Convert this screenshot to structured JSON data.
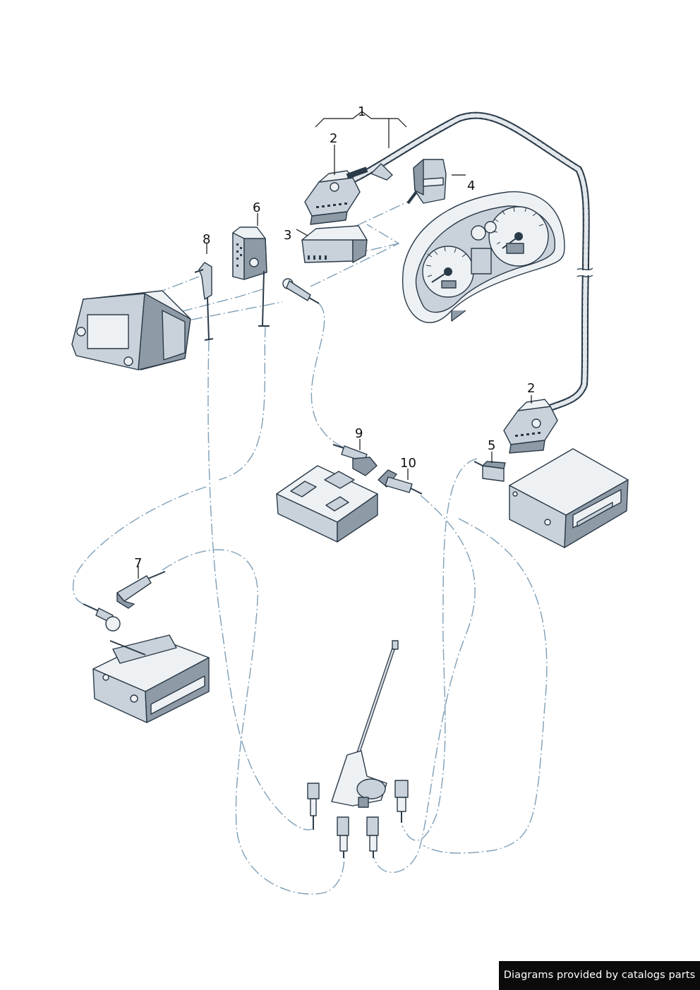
{
  "callouts": [
    {
      "id": "callout-1",
      "label": "1"
    },
    {
      "id": "callout-2a",
      "label": "2"
    },
    {
      "id": "callout-2b",
      "label": "2"
    },
    {
      "id": "callout-3",
      "label": "3"
    },
    {
      "id": "callout-4",
      "label": "4"
    },
    {
      "id": "callout-5",
      "label": "5"
    },
    {
      "id": "callout-6",
      "label": "6"
    },
    {
      "id": "callout-7",
      "label": "7"
    },
    {
      "id": "callout-8",
      "label": "8"
    },
    {
      "id": "callout-9",
      "label": "9"
    },
    {
      "id": "callout-10",
      "label": "10"
    }
  ],
  "footer": {
    "credit": "Diagrams provided by catalogs parts"
  },
  "colors": {
    "line": "#2a3a48",
    "dashed_path": "#7f9fb6",
    "part_fill": "#c9d2da",
    "credit_bg": "#0b0b0b"
  }
}
